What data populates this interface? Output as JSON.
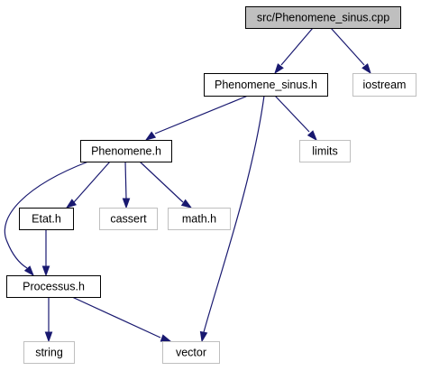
{
  "graph": {
    "nodes": [
      {
        "id": "src_phenomene_sinus_cpp",
        "label": "src/Phenomene_sinus.cpp",
        "kind": "root"
      },
      {
        "id": "phenomene_sinus_h",
        "label": "Phenomene_sinus.h",
        "kind": "internal"
      },
      {
        "id": "iostream",
        "label": "iostream",
        "kind": "external"
      },
      {
        "id": "phenomene_h",
        "label": "Phenomene.h",
        "kind": "internal"
      },
      {
        "id": "limits",
        "label": "limits",
        "kind": "external"
      },
      {
        "id": "etat_h",
        "label": "Etat.h",
        "kind": "internal"
      },
      {
        "id": "cassert",
        "label": "cassert",
        "kind": "external"
      },
      {
        "id": "math_h",
        "label": "math.h",
        "kind": "external"
      },
      {
        "id": "processus_h",
        "label": "Processus.h",
        "kind": "internal"
      },
      {
        "id": "string",
        "label": "string",
        "kind": "external"
      },
      {
        "id": "vector",
        "label": "vector",
        "kind": "external"
      }
    ],
    "edges": [
      {
        "from": "src_phenomene_sinus_cpp",
        "to": "phenomene_sinus_h"
      },
      {
        "from": "src_phenomene_sinus_cpp",
        "to": "iostream"
      },
      {
        "from": "phenomene_sinus_h",
        "to": "phenomene_h"
      },
      {
        "from": "phenomene_sinus_h",
        "to": "limits"
      },
      {
        "from": "phenomene_sinus_h",
        "to": "vector"
      },
      {
        "from": "phenomene_h",
        "to": "etat_h"
      },
      {
        "from": "phenomene_h",
        "to": "cassert"
      },
      {
        "from": "phenomene_h",
        "to": "math_h"
      },
      {
        "from": "phenomene_h",
        "to": "processus_h"
      },
      {
        "from": "etat_h",
        "to": "processus_h"
      },
      {
        "from": "processus_h",
        "to": "string"
      },
      {
        "from": "processus_h",
        "to": "vector"
      }
    ]
  }
}
